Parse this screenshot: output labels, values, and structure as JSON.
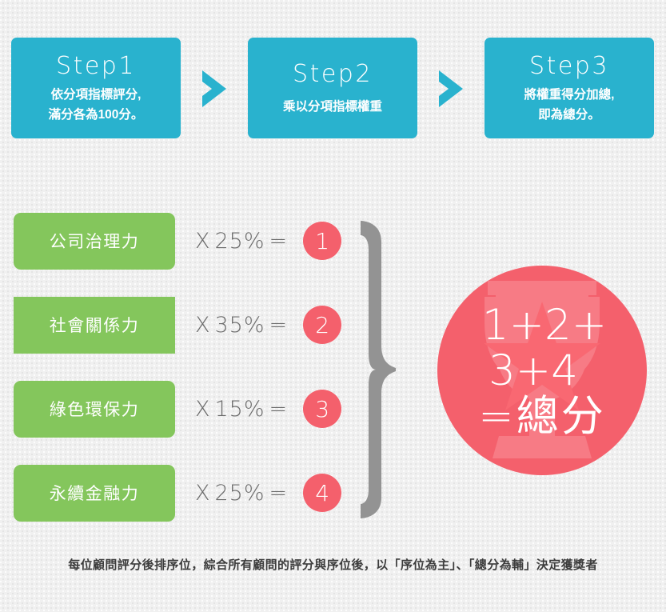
{
  "colors": {
    "teal": "#29b2ce",
    "green": "#84c65c",
    "coral": "#f4606c",
    "background": "#f0f0f0",
    "formula_gray": "#6b6b6b",
    "caption_gray": "#3c3c3c"
  },
  "steps": [
    {
      "title": "Step1",
      "desc": "依分項指標評分,\n滿分各為100分。"
    },
    {
      "title": "Step2",
      "desc": "乘以分項指標權重"
    },
    {
      "title": "Step3",
      "desc": "將權重得分加總,\n即為總分。"
    }
  ],
  "arrows": [
    {
      "name": "chevron-right-icon"
    },
    {
      "name": "chevron-right-icon"
    }
  ],
  "rows": [
    {
      "category": "公司治理力",
      "multiply": "X",
      "weight": "25%",
      "equals": "=",
      "result": "1"
    },
    {
      "category": "社會關係力",
      "multiply": "X",
      "weight": "35%",
      "equals": "=",
      "result": "2"
    },
    {
      "category": "綠色環保力",
      "multiply": "X",
      "weight": "15%",
      "equals": "=",
      "result": "3"
    },
    {
      "category": "永續金融力",
      "multiply": "X",
      "weight": "25%",
      "equals": "=",
      "result": "4"
    }
  ],
  "total": {
    "line1": "1+2+",
    "line2": "3+4",
    "line3": "=總分",
    "watermark": "trophy-icon"
  },
  "caption": "每位顧問評分後排序位，綜合所有顧問的評分與序位後，以「序位為主」、「總分為輔」決定獲獎者"
}
